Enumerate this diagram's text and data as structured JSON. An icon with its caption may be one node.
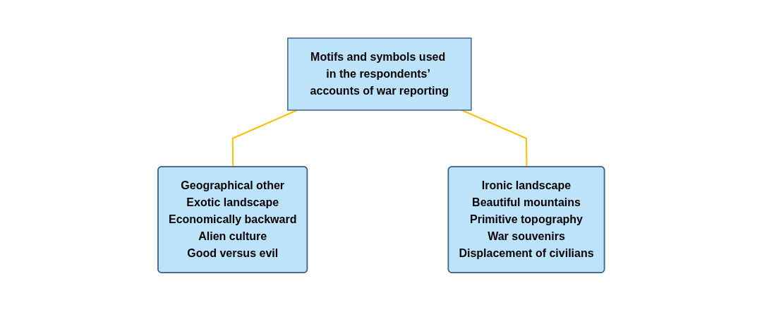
{
  "diagram": {
    "nodes": [
      {
        "text": [
          "Motifs and symbols used in the respondents’ accounts of war reporting"
        ]
      },
      {
        "text": [
          "Geographical other",
          "Exotic landscape",
          "Economically backward",
          "Alien culture",
          "Good versus evil"
        ]
      },
      {
        "text": [
          "Ironic landscape",
          "Beautiful mountains",
          "Primitive topography",
          "War souvenirs",
          "Displacement of civilians"
        ]
      }
    ],
    "edges": [
      {
        "from": 0,
        "to": 1,
        "arrow": "none"
      },
      {
        "from": 0,
        "to": 2,
        "arrow": "none"
      }
    ]
  }
}
